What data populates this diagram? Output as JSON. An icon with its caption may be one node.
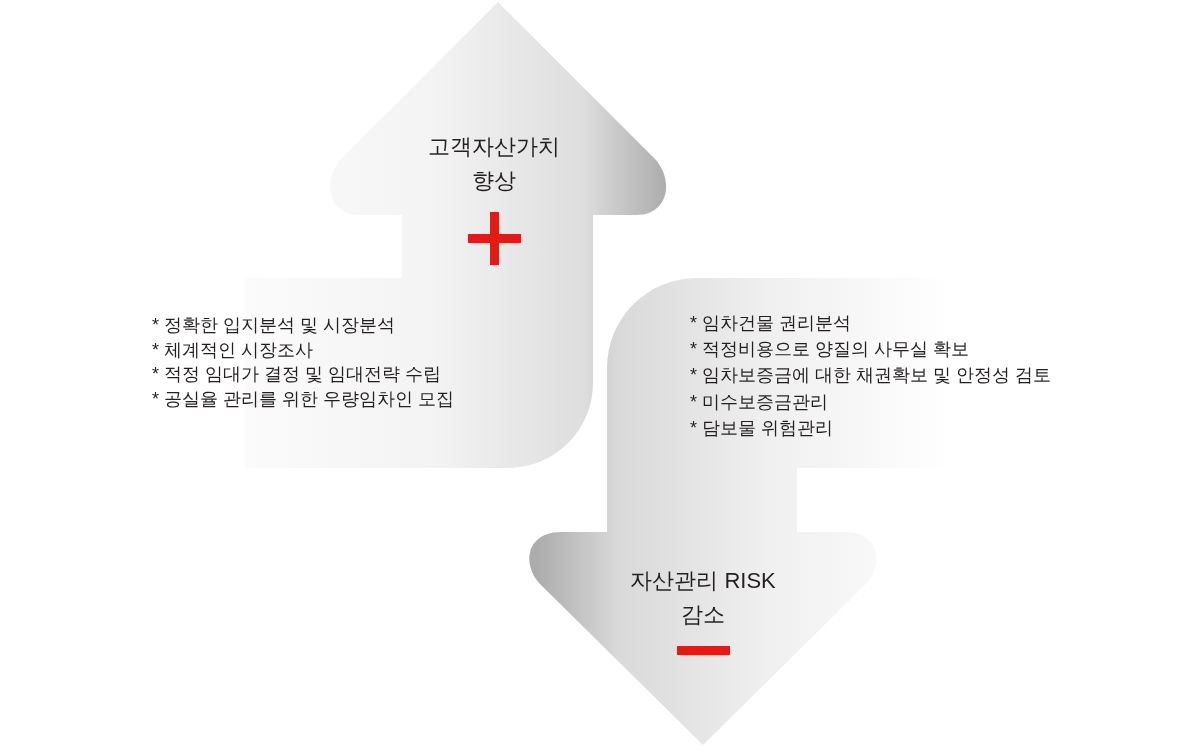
{
  "diagram": {
    "nodes": [
      {
        "text": [
          "고객자산가치 향상",
          "* 정확한 입지분석 및 시장분석",
          "* 체계적인 시장조사",
          "* 적정 임대가 결정 및 임대전략 수립",
          "* 공실율 관리를 위한 우량임차인 모집"
        ]
      },
      {
        "text": [
          "자산관리 RISK 감소",
          "* 임차건물 권리분석",
          "* 적정비용으로 양질의 사무실 확보",
          "* 임차보증금에 대한 채권확보 및 안정성 검토",
          "* 미수보증금관리",
          "* 담보물 위험관리"
        ]
      }
    ]
  }
}
